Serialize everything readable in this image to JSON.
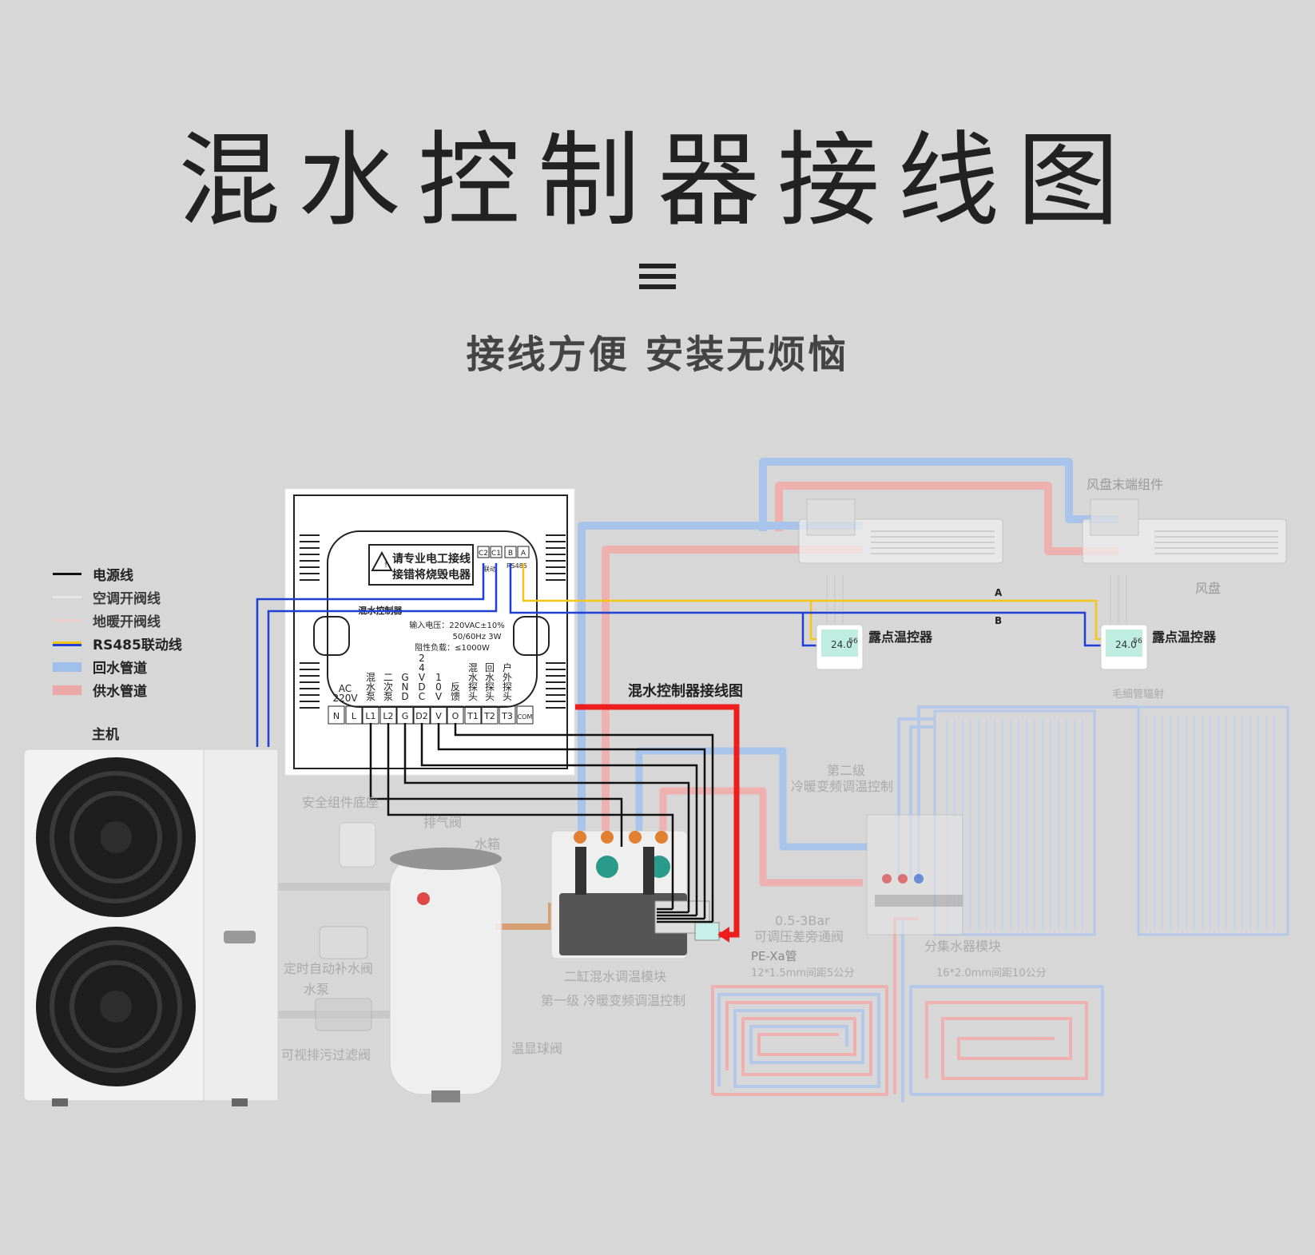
{
  "title": "混水控制器接线图",
  "subtitle": "接线方便 安装无烦恼",
  "legend": [
    {
      "label": "电源线",
      "color": "#111111"
    },
    {
      "label": "空调开阀线",
      "color": "#e6e6e6"
    },
    {
      "label": "地暖开阀线",
      "color": "#f0cfcf"
    },
    {
      "label": "RS485联动线",
      "color": "#f5c518",
      "color2": "#1f3fd6"
    },
    {
      "label": "回水管道",
      "color": "#9ec0ea"
    },
    {
      "label": "供水管道",
      "color": "#eea7a7"
    }
  ],
  "labels": {
    "host": "主机",
    "fan_coil_group": "风盘末端组件",
    "fan_coil": "风盘",
    "dew_thermostat_1": "露点温控器",
    "dew_thermostat_2": "露点温控器",
    "capillary_radiation": "毛细管辐射",
    "wiring_diagram_label": "混水控制器接线图",
    "second_stage_1": "第二级",
    "second_stage_2": "冷暖变频调温控制",
    "safety_group": "安全组件底座",
    "exhaust": "排气阀",
    "tank": "水箱",
    "timed_refill": "定时自动补水阀",
    "pump": "水泵",
    "filter_valve": "可视排污过滤阀",
    "ball_valve": "温显球阀",
    "mix_module": "二缸混水调温模块",
    "first_stage": "第一级 冷暖变频调温控制",
    "pressure_1": "0.5-3Bar",
    "pressure_2": "可调压差旁通阀",
    "pexa": "PE-Xa管",
    "pipe_spec_1": "12*1.5mm间距5公分",
    "manifold": "分集水器模块",
    "pipe_spec_2": "16*2.0mm间距10公分",
    "line_a": "A",
    "line_b": "B"
  },
  "controller": {
    "warning_1": "请专业电工接线",
    "warning_2": "接错将烧毁电器",
    "name": "混水控制器",
    "spec_1": "输入电压：220VAC±10%",
    "spec_2": "50/60Hz  3W",
    "spec_3": "阻性负载：≤1000W",
    "top_terminals": [
      "C2",
      "C1",
      "B",
      "A"
    ],
    "linkage": "联动",
    "rs485": "RS485",
    "ac": "AC",
    "v220": "220V",
    "col_mix_pump": [
      "混",
      "水",
      "泵"
    ],
    "col_sec_pump": [
      "二",
      "次",
      "泵"
    ],
    "col_gnd": [
      "G",
      "N",
      "D"
    ],
    "col_24vdc": [
      "2",
      "4",
      "V",
      "D",
      "C"
    ],
    "col_10v": [
      "1",
      "0",
      "V"
    ],
    "col_feedback": [
      "反",
      "馈"
    ],
    "col_mix_probe": [
      "混",
      "水",
      "探",
      "头"
    ],
    "col_ret_probe": [
      "回",
      "水",
      "探",
      "头"
    ],
    "col_out_probe": [
      "户",
      "外",
      "探",
      "头"
    ],
    "terminals": [
      "N",
      "L",
      "L1",
      "L2",
      "G",
      "D2",
      "V",
      "O",
      "T1",
      "T2",
      "T3",
      "COM"
    ]
  },
  "thermostat_display": {
    "temp": "24.0",
    "hum": "56"
  }
}
